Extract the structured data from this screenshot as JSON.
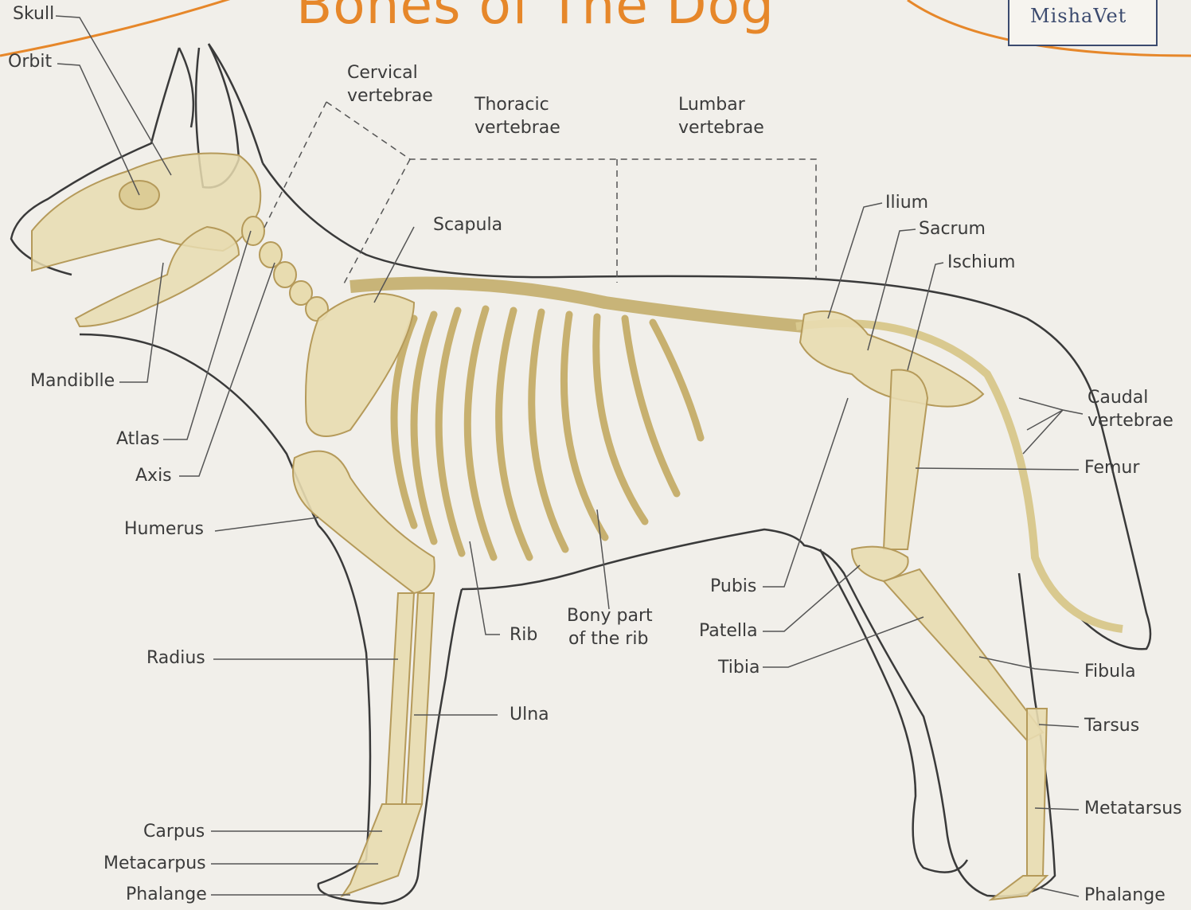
{
  "title": "Bones of The Dog",
  "logo_text": "MishaVet",
  "colors": {
    "title": "#e6872a",
    "bone": "#e8dcb0",
    "outline": "#3a3a3a",
    "background": "#f1efea"
  },
  "labels": {
    "skull": "Skull",
    "orbit": "Orbit",
    "cervical": [
      "Cervical",
      "vertebrae"
    ],
    "thoracic": [
      "Thoracic",
      "vertebrae"
    ],
    "lumbar": [
      "Lumbar",
      "vertebrae"
    ],
    "scapula": "Scapula",
    "ilium": "Ilium",
    "sacrum": "Sacrum",
    "ischium": "Ischium",
    "caudal": [
      "Caudal",
      "vertebrae"
    ],
    "femur": "Femur",
    "mandible": "Mandiblle",
    "atlas": "Atlas",
    "axis": "Axis",
    "humerus": "Humerus",
    "radius": "Radius",
    "ulna": "Ulna",
    "rib": "Rib",
    "bony_rib": [
      "Bony part",
      "of the rib"
    ],
    "pubis": "Pubis",
    "patella": "Patella",
    "tibia": "Tibia",
    "fibula": "Fibula",
    "tarsus": "Tarsus",
    "metatarsus": "Metatarsus",
    "carpus": "Carpus",
    "metacarpus": "Metacarpus",
    "phalange_front": "Phalange",
    "phalange_hind": "Phalange"
  }
}
